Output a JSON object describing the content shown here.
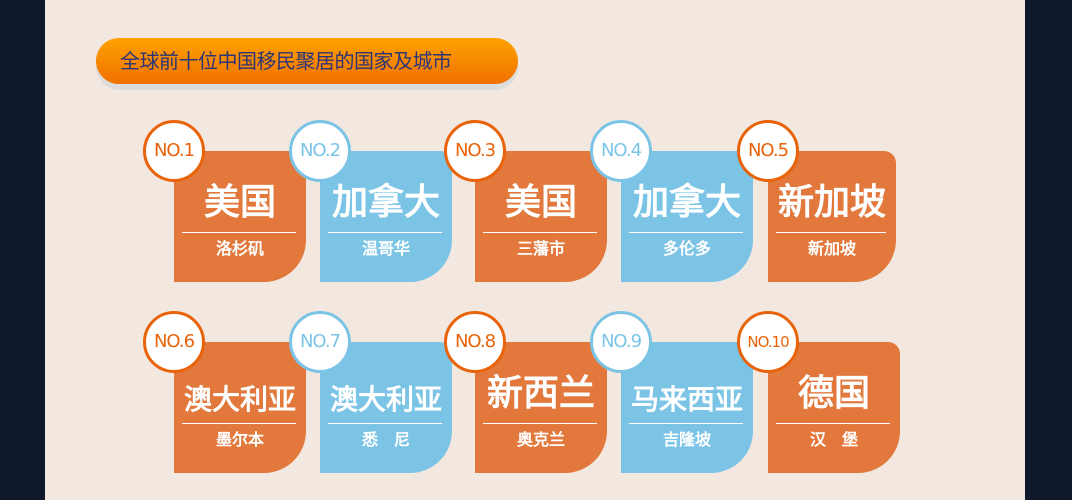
{
  "title": "全球前十位中国移民聚居的国家及城市",
  "colors": {
    "orange": "#e2783c",
    "blue": "#7bc4e6"
  },
  "rankings": [
    {
      "rank": "NO.1",
      "country": "美国",
      "city": "洛杉矶",
      "color": "orange"
    },
    {
      "rank": "NO.2",
      "country": "加拿大",
      "city": "温哥华",
      "color": "blue"
    },
    {
      "rank": "NO.3",
      "country": "美国",
      "city": "三藩市",
      "color": "orange"
    },
    {
      "rank": "NO.4",
      "country": "加拿大",
      "city": "多伦多",
      "color": "blue"
    },
    {
      "rank": "NO.5",
      "country": "新加坡",
      "city": "新加坡",
      "color": "orange"
    },
    {
      "rank": "NO.6",
      "country": "澳大利亚",
      "city": "墨尔本",
      "color": "orange"
    },
    {
      "rank": "NO.7",
      "country": "澳大利亚",
      "city": "悉　尼",
      "color": "blue"
    },
    {
      "rank": "NO.8",
      "country": "新西兰",
      "city": "奥克兰",
      "color": "orange"
    },
    {
      "rank": "NO.9",
      "country": "马来西亚",
      "city": "吉隆坡",
      "color": "blue"
    },
    {
      "rank": "NO.10",
      "country": "德国",
      "city": "汉　堡",
      "color": "orange"
    }
  ]
}
